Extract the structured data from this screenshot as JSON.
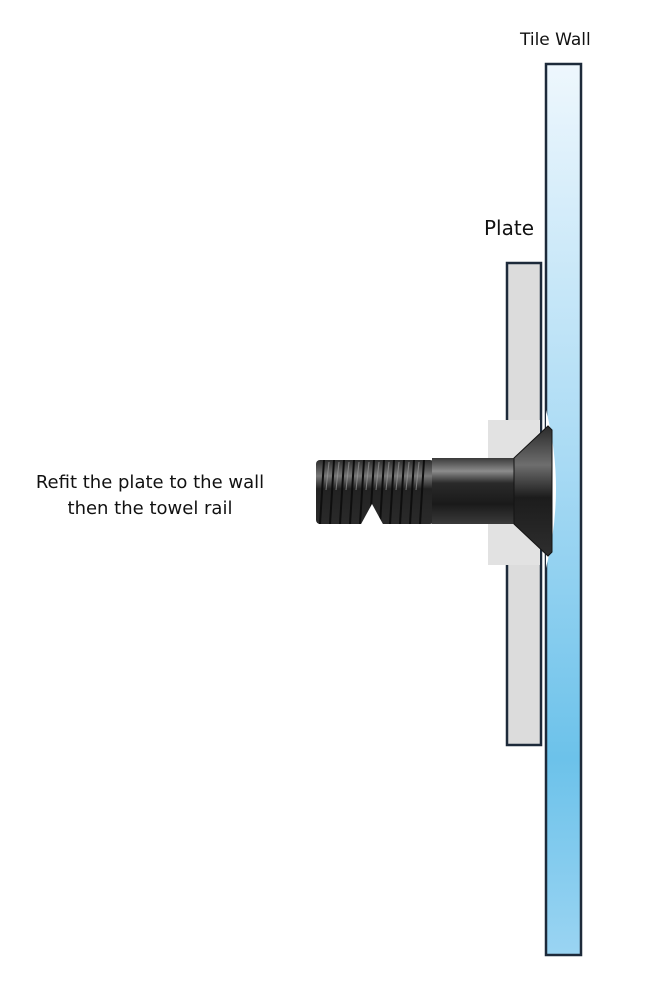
{
  "labels": {
    "tile_wall": "Tile Wall",
    "plate": "Plate",
    "instruction_line1": "Refit the plate to the wall",
    "instruction_line2": "then the towel rail"
  },
  "colors": {
    "wall_top": "#eef7fd",
    "wall_mid": "#6cc2ea",
    "wall_bottom": "#9ad4f2",
    "outline": "#1d2a3a",
    "plate_fill": "#dcdcdc",
    "spacer_fill": "#e2e2e2",
    "screw_dark": "#1e1e1e",
    "screw_light": "#8a8a8a"
  },
  "components": [
    "tile-wall",
    "plate",
    "spacer",
    "countersunk-screw"
  ]
}
